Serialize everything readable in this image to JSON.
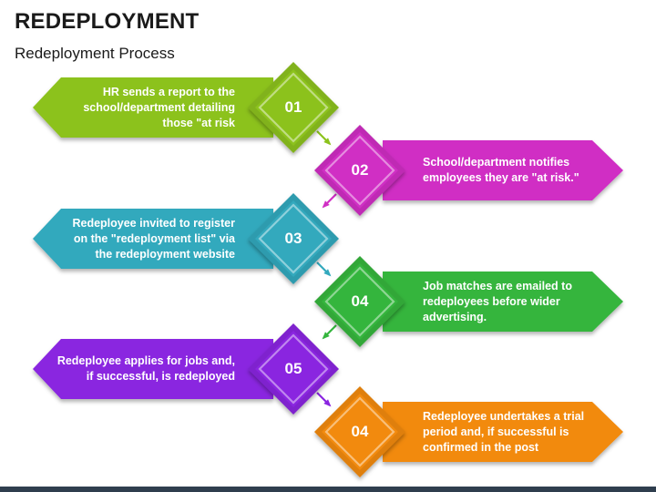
{
  "title": "REDEPLOYMENT",
  "subtitle": "Redeployment Process",
  "steps": [
    {
      "number": "01",
      "text": "HR sends a report to the school/department detailing those \"at risk",
      "color": "#8cc21c",
      "side": "left"
    },
    {
      "number": "02",
      "text": "School/department notifies employees they are \"at risk.\"",
      "color": "#d02fc4",
      "side": "right"
    },
    {
      "number": "03",
      "text": "Redeployee invited to register on the \"redeployment list\" via the redeployment website",
      "color": "#33a9bd",
      "side": "left"
    },
    {
      "number": "04",
      "text": "Job matches are emailed to redeployees before wider advertising.",
      "color": "#34b53d",
      "side": "right"
    },
    {
      "number": "05",
      "text": "Redeployee applies for jobs and, if successful, is redeployed",
      "color": "#8a25e0",
      "side": "left"
    },
    {
      "number": "04",
      "text": "Redeployee undertakes a trial period and, if successful is confirmed in the post",
      "color": "#f28a0e",
      "side": "right"
    }
  ]
}
